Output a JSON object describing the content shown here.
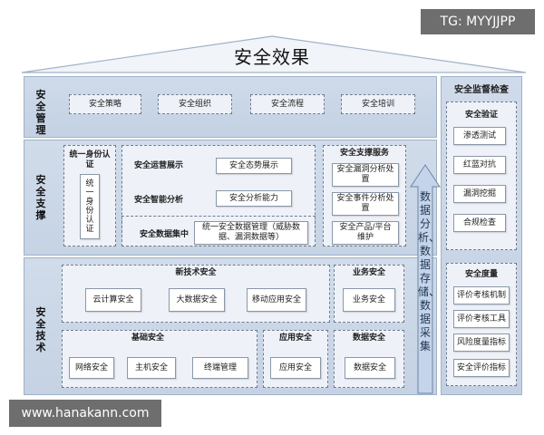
{
  "watermark_tg": "TG: MYYJJPP",
  "watermark_url": "www.hanakann.com",
  "title": "安全效果",
  "sections": {
    "management": "安全管理",
    "support": "安全支撑",
    "technology": "安全技术"
  },
  "management_items": [
    "安全策略",
    "安全组织",
    "安全流程",
    "安全培训"
  ],
  "identity": {
    "title": "统一身份认证",
    "inner": "统一身份认证"
  },
  "ops": {
    "display_label": "安全运营展示",
    "display_box": "安全态势展示",
    "analysis_label": "安全智能分析",
    "analysis_box": "安全分析能力",
    "data_label": "安全数据集中",
    "data_box": "统一安全数据管理（威胁数据、漏洞数据等）"
  },
  "services": {
    "title": "安全支撑服务",
    "items": [
      "安全漏洞分析处置",
      "安全事件分析处置",
      "安全产品/平台维护"
    ]
  },
  "arrow_text": "数据分析、数据存储、数据采集",
  "new_tech": {
    "title": "新技术安全",
    "items": [
      "云计算安全",
      "大数据安全",
      "移动应用安全"
    ]
  },
  "business": {
    "title": "业务安全",
    "items": [
      "业务安全"
    ]
  },
  "basic": {
    "title": "基础安全",
    "items": [
      "网络安全",
      "主机安全",
      "终端管理"
    ]
  },
  "application": {
    "title": "应用安全",
    "items": [
      "应用安全"
    ]
  },
  "data_sec": {
    "title": "数据安全",
    "items": [
      "数据安全"
    ]
  },
  "supervision": {
    "title": "安全监督检查",
    "verify_title": "安全验证",
    "verify_items": [
      "渗透测试",
      "红蓝对抗",
      "漏洞挖掘",
      "合规检查"
    ],
    "measure_title": "安全度量",
    "measure_items": [
      "评价考核机制",
      "评价考核工具",
      "风险度量指标",
      "安全评价指标"
    ]
  },
  "colors": {
    "band": "#c9d6e7",
    "border": "#9fb2c8",
    "arrow": "#c4d4ea",
    "watermark_bg": "#6e6e6e"
  }
}
